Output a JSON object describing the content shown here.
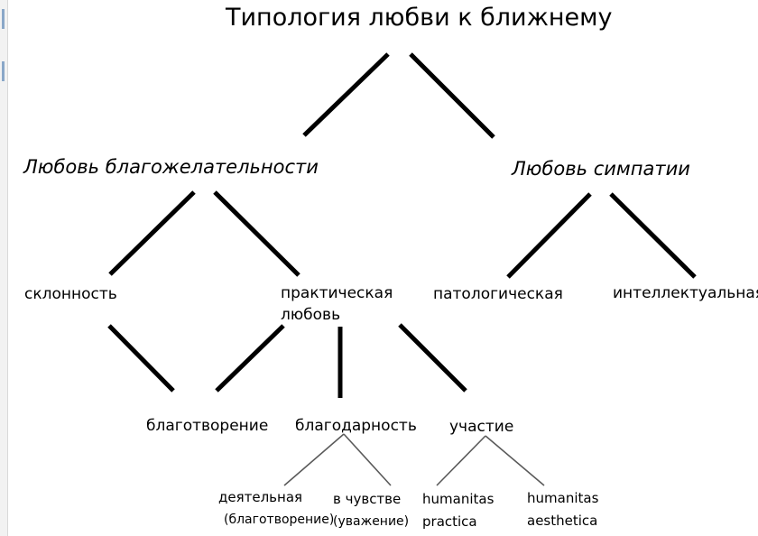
{
  "title": "Типология любви к ближнему",
  "level1": {
    "benevolence": "Любовь благожелательности",
    "sympathy": "Любовь симпатии"
  },
  "level2": {
    "inclination": "склонность",
    "practical_line1": "практическая",
    "practical_line2": "любовь",
    "pathological": "патологическая",
    "intellectual": "интеллектуальная"
  },
  "level3": {
    "beneficence": "благотворение",
    "gratitude": "благодарность",
    "participation": "участие"
  },
  "level4": {
    "active": "деятельная",
    "active_note": "(благотворение)",
    "in_feeling": "в чувстве",
    "in_feeling_note": "(уважение)",
    "hum_practica_1": "humanitas",
    "hum_practica_2": "practica",
    "hum_aesthetica_1": "humanitas",
    "hum_aesthetica_2": "aesthetica"
  },
  "colors": {
    "thick_line": "#000000",
    "thin_line": "#5a5a5a",
    "background": "#ffffff"
  }
}
